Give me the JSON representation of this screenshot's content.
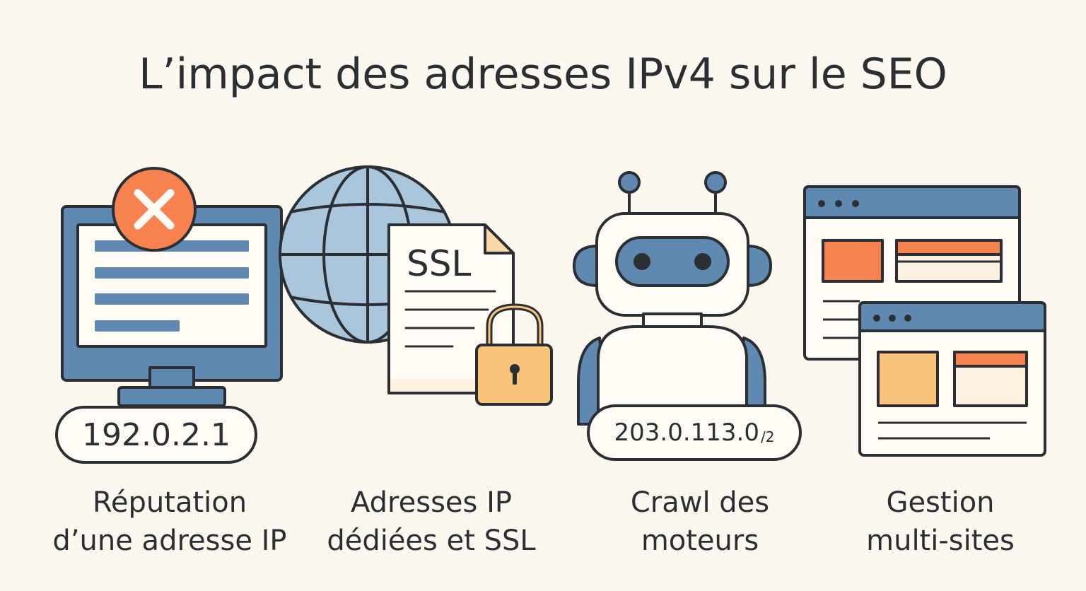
{
  "title": "L’impact des adresses IPv4 sur le SEO",
  "sections": [
    {
      "icon": "monitor-error-icon",
      "ip_badge": "192.0.2.1",
      "caption_line1": "Réputation",
      "caption_line2": "d’une adresse IP"
    },
    {
      "icon": "globe-ssl-lock-icon",
      "doc_label": "SSL",
      "caption_line1": "Adresses IP",
      "caption_line2": "dédiées et SSL"
    },
    {
      "icon": "robot-crawler-icon",
      "ip_badge": "203.0.113.0",
      "ip_suffix": "/2",
      "caption_line1": "Crawl des",
      "caption_line2": "moteurs"
    },
    {
      "icon": "multi-window-icon",
      "caption_line1": "Gestion",
      "caption_line2": "multi-sites"
    }
  ],
  "colors": {
    "background": "#fcf8f0",
    "ink": "#2b2f33",
    "blue": "#5f89b0",
    "light_blue": "#a9c6dd",
    "orange": "#f5824f",
    "light_orange": "#f9c47a",
    "cream": "#fdf1e1"
  }
}
